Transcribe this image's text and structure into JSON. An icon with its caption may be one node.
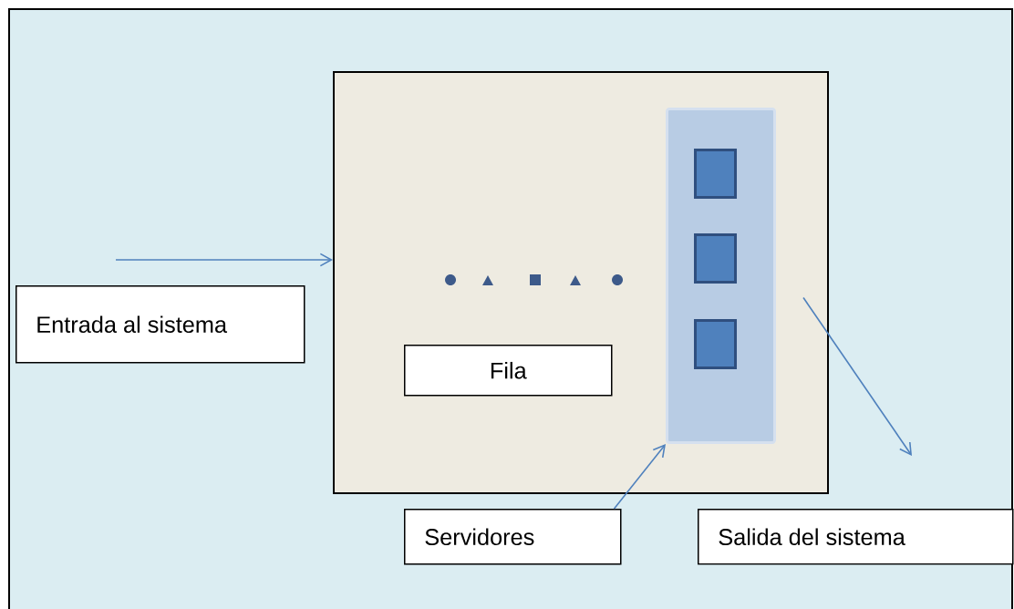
{
  "diagram": {
    "nodes": [
      {
        "text": [],
        "shape": "box"
      },
      {
        "text": [],
        "shape": "bar",
        "in": 0
      },
      {
        "text": [],
        "shape": "box",
        "in": 1
      },
      {
        "text": [],
        "shape": "box",
        "in": 1
      },
      {
        "text": [],
        "shape": "box",
        "in": 1
      },
      {
        "text": [
          "Entrada al sistema"
        ]
      },
      {
        "text": [
          "Fila"
        ],
        "in": 0
      },
      {
        "text": [
          "Servidores"
        ]
      },
      {
        "text": [
          "Salida del sistema"
        ]
      }
    ],
    "edges": [
      {
        "from": null,
        "to": 0,
        "arrow": "to"
      },
      {
        "from": 7,
        "to": 1,
        "arrow": "to"
      },
      {
        "from": 1,
        "to": null,
        "arrow": "to"
      }
    ]
  }
}
